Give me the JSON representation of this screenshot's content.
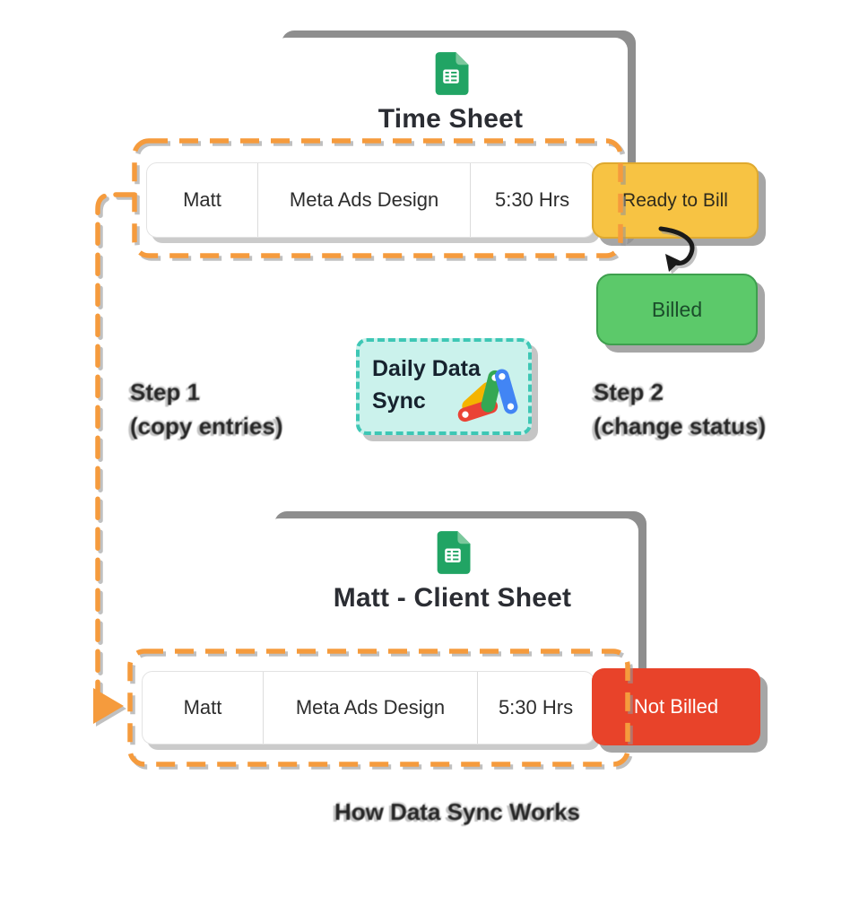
{
  "top_sheet": {
    "title": "Time Sheet",
    "icon": "google-sheets-icon"
  },
  "top_row": {
    "cells": [
      "Matt",
      "Meta Ads Design",
      "5:30 Hrs"
    ],
    "status_label": "Ready to Bill"
  },
  "billed_badge": {
    "label": "Billed"
  },
  "sync_box": {
    "line1": "Daily Data",
    "line2": "Sync",
    "icon": "apps-script-icon"
  },
  "step1": {
    "title": "Step 1",
    "subtitle": "(copy entries)"
  },
  "step2": {
    "title": "Step 2",
    "subtitle": "(change status)"
  },
  "bottom_sheet": {
    "title": "Matt - Client Sheet",
    "icon": "google-sheets-icon"
  },
  "bottom_row": {
    "cells": [
      "Matt",
      "Meta Ads Design",
      "5:30 Hrs"
    ],
    "status_label": "Not Billed"
  },
  "caption": {
    "text": "How Data Sync Works"
  },
  "colors": {
    "accent_orange": "#F59B3D",
    "shadow_gray": "#8E8E8E",
    "teal_border": "#3EC7B5",
    "teal_bg": "#CBF2EC",
    "yellow_badge": "#F7C343",
    "yellow_border": "#DFA92F",
    "green_badge": "#5CC96A",
    "green_border": "#3E9F4E",
    "green_text": "#1B4D2B",
    "red_badge": "#E8432A",
    "sheets_green": "#21A464",
    "sheets_fold": "#7BC89C",
    "text_dark": "#2A2A2A"
  }
}
